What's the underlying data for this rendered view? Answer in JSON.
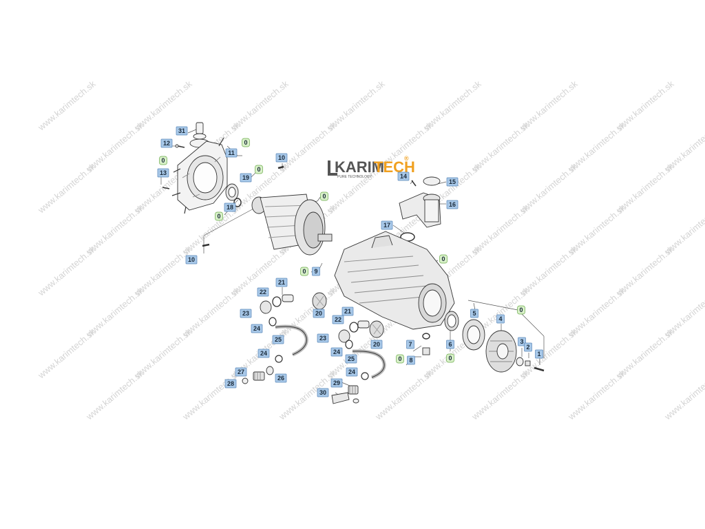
{
  "logo": {
    "name_part1": "KARIM",
    "name_part2": "TECH",
    "reg_mark": "®",
    "tagline": "PURE TECHNOLOGY"
  },
  "watermark": {
    "text": "www.karimtech.sk"
  },
  "colors": {
    "blue_label_fill": "#a8c8e8",
    "blue_label_stroke": "#5a86b8",
    "green_label_fill": "#d8f0c8",
    "green_label_stroke": "#6aaa4a",
    "logo_dark": "#555555",
    "logo_accent": "#f0a020",
    "part_stroke": "#333333"
  },
  "labels": [
    {
      "text": "31",
      "kind": "blue"
    },
    {
      "text": "12",
      "kind": "blue"
    },
    {
      "text": "11",
      "kind": "blue"
    },
    {
      "text": "0",
      "kind": "green"
    },
    {
      "text": "0",
      "kind": "green"
    },
    {
      "text": "13",
      "kind": "blue"
    },
    {
      "text": "19",
      "kind": "blue"
    },
    {
      "text": "0",
      "kind": "green"
    },
    {
      "text": "18",
      "kind": "blue"
    },
    {
      "text": "0",
      "kind": "green"
    },
    {
      "text": "10",
      "kind": "blue"
    },
    {
      "text": "0",
      "kind": "green"
    },
    {
      "text": "10",
      "kind": "blue"
    },
    {
      "text": "14",
      "kind": "blue"
    },
    {
      "text": "15",
      "kind": "blue"
    },
    {
      "text": "16",
      "kind": "blue"
    },
    {
      "text": "17",
      "kind": "blue"
    },
    {
      "text": "0",
      "kind": "green"
    },
    {
      "text": "0",
      "kind": "green"
    },
    {
      "text": "9",
      "kind": "blue"
    },
    {
      "text": "21",
      "kind": "blue"
    },
    {
      "text": "22",
      "kind": "blue"
    },
    {
      "text": "23",
      "kind": "blue"
    },
    {
      "text": "20",
      "kind": "blue"
    },
    {
      "text": "24",
      "kind": "blue"
    },
    {
      "text": "25",
      "kind": "blue"
    },
    {
      "text": "21",
      "kind": "blue"
    },
    {
      "text": "22",
      "kind": "blue"
    },
    {
      "text": "23",
      "kind": "blue"
    },
    {
      "text": "20",
      "kind": "blue"
    },
    {
      "text": "24",
      "kind": "blue"
    },
    {
      "text": "24",
      "kind": "blue"
    },
    {
      "text": "25",
      "kind": "blue"
    },
    {
      "text": "27",
      "kind": "blue"
    },
    {
      "text": "26",
      "kind": "blue"
    },
    {
      "text": "28",
      "kind": "blue"
    },
    {
      "text": "24",
      "kind": "blue"
    },
    {
      "text": "29",
      "kind": "blue"
    },
    {
      "text": "30",
      "kind": "blue"
    },
    {
      "text": "7",
      "kind": "blue"
    },
    {
      "text": "0",
      "kind": "green"
    },
    {
      "text": "8",
      "kind": "blue"
    },
    {
      "text": "6",
      "kind": "blue"
    },
    {
      "text": "0",
      "kind": "green"
    },
    {
      "text": "5",
      "kind": "blue"
    },
    {
      "text": "4",
      "kind": "blue"
    },
    {
      "text": "0",
      "kind": "green"
    },
    {
      "text": "3",
      "kind": "blue"
    },
    {
      "text": "2",
      "kind": "blue"
    },
    {
      "text": "1",
      "kind": "blue"
    }
  ]
}
